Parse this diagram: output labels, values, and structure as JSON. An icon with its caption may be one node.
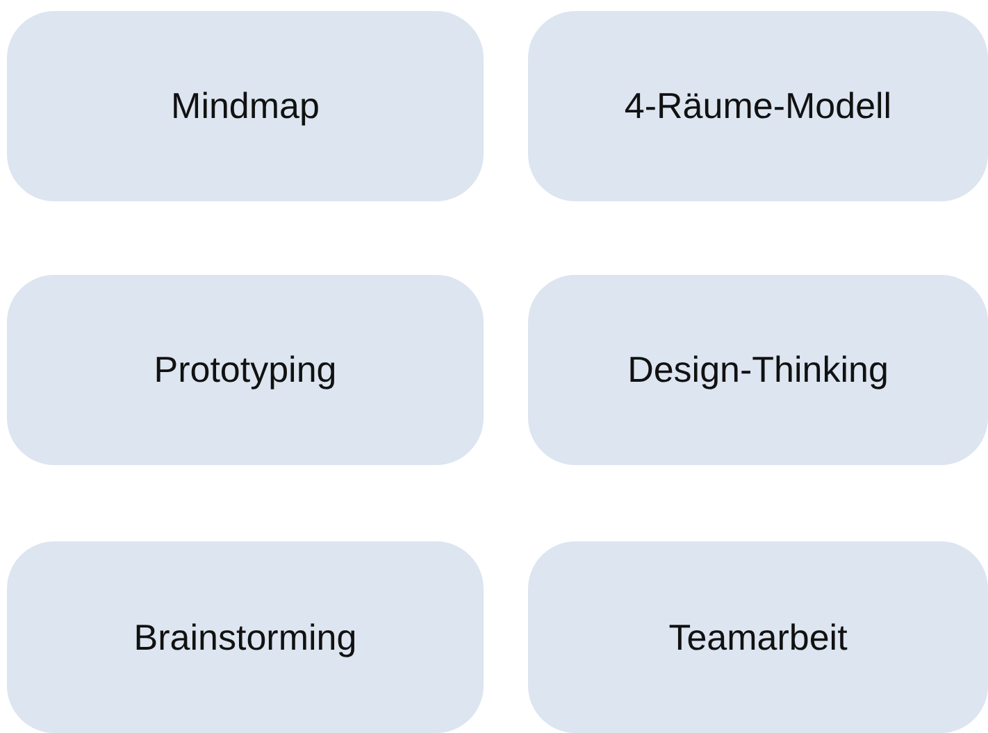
{
  "diagram": {
    "nodes": [
      {
        "text": [
          "Mindmap"
        ]
      },
      {
        "text": [
          "4-Räume-Modell"
        ]
      },
      {
        "text": [
          "Prototyping"
        ]
      },
      {
        "text": [
          "Design-Thinking"
        ]
      },
      {
        "text": [
          "Brainstorming"
        ]
      },
      {
        "text": [
          "Teamarbeit"
        ]
      }
    ]
  }
}
